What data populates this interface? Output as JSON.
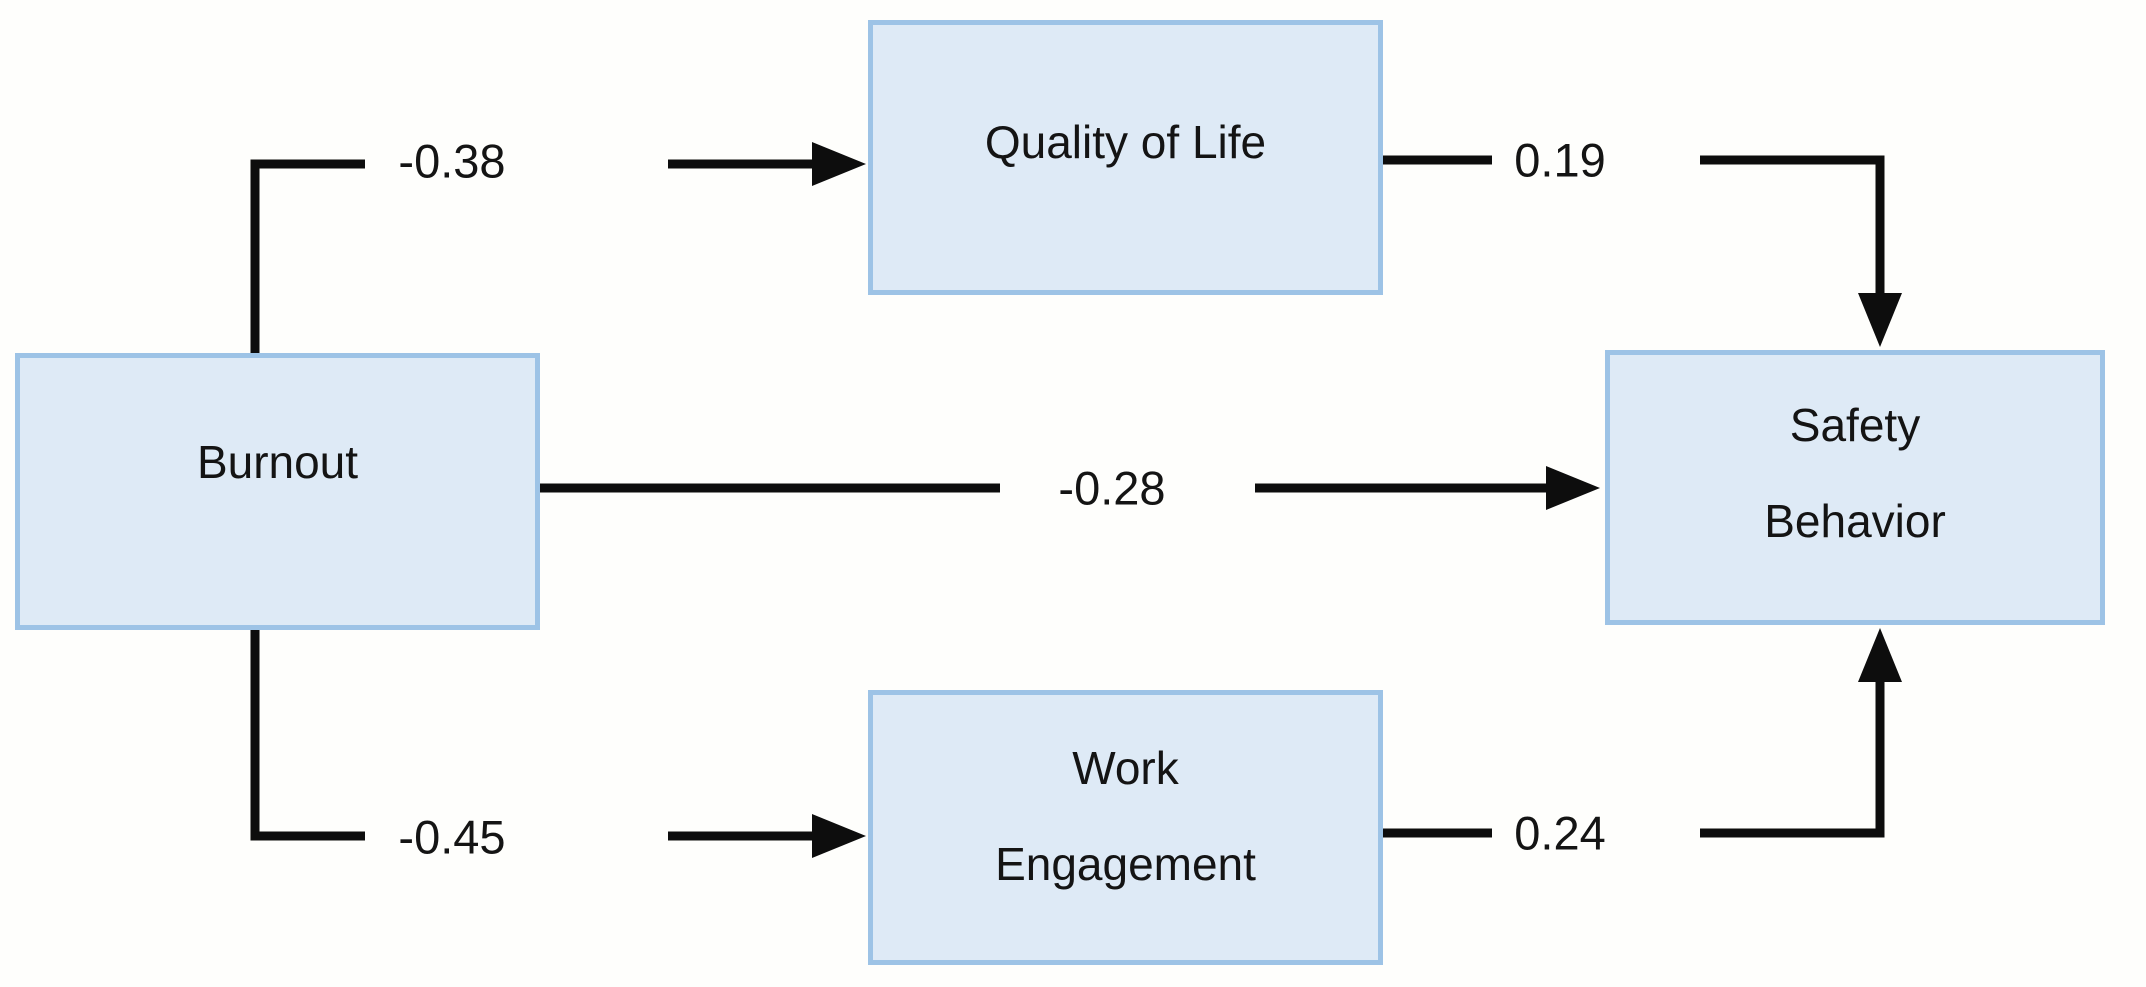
{
  "diagram": {
    "type": "path-model",
    "nodes": [
      {
        "id": "burnout",
        "label": "Burnout",
        "lines": [
          "Burnout"
        ]
      },
      {
        "id": "quality-of-life",
        "label": "Quality of Life",
        "lines": [
          "Quality of Life"
        ]
      },
      {
        "id": "work-engagement",
        "label": "Work Engagement",
        "lines": [
          "Work",
          "Engagement"
        ]
      },
      {
        "id": "safety-behavior",
        "label": "Safety Behavior",
        "lines": [
          "Safety",
          "Behavior"
        ]
      }
    ],
    "edges": [
      {
        "from": "burnout",
        "to": "quality-of-life",
        "label": "-0.38"
      },
      {
        "from": "burnout",
        "to": "safety-behavior",
        "label": "-0.28"
      },
      {
        "from": "burnout",
        "to": "work-engagement",
        "label": "-0.45"
      },
      {
        "from": "quality-of-life",
        "to": "safety-behavior",
        "label": "0.19"
      },
      {
        "from": "work-engagement",
        "to": "safety-behavior",
        "label": "0.24"
      }
    ],
    "colors": {
      "node_fill": "#deeaf6",
      "node_border": "#9dc3e6",
      "line": "#0d0d0d",
      "text": "#141414",
      "background": "#fefefc"
    }
  }
}
